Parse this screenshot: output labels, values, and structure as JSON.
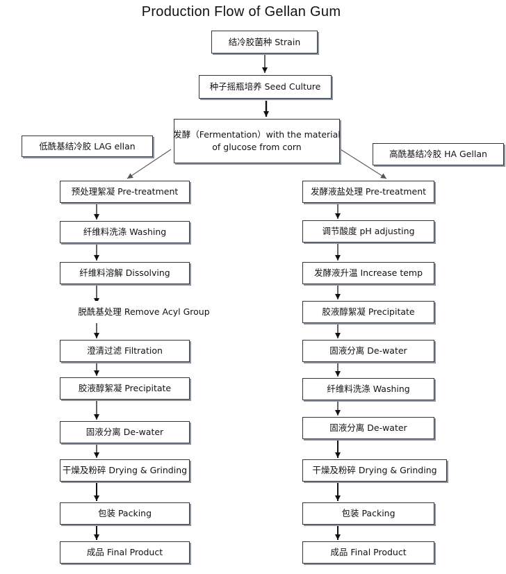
{
  "title": "Production Flow of Gellan Gum",
  "top_flow": {
    "strain": "结冷胶菌种  Strain",
    "seed_culture": "种子摇瓶培养  Seed Culture",
    "fermentation": {
      "line1": "发酵（Fermentation）with the material",
      "line2": "of glucose from corn"
    }
  },
  "branches": {
    "low_acyl_label": "低酰基结冷胶  LAG ellan",
    "high_acyl_label": "高酰基结冷胶  HA Gellan"
  },
  "left_steps": [
    "预处理絮凝  Pre-treatment",
    "纤维料洗涤  Washing",
    "纤维料溶解  Dissolving",
    "脱酰基处理  Remove Acyl Group",
    "澄清过滤  Filtration",
    "胶液醇絮凝  Precipitate",
    "固液分离  De-water",
    "干燥及粉碎  Drying & Grinding",
    "包装  Packing",
    "成品  Final Product"
  ],
  "right_steps": [
    "发酵液盐处理  Pre-treatment",
    "调节酸度  pH adjusting",
    "发酵液升温  Increase temp",
    "胶液醇絮凝  Precipitate",
    "固液分离  De-water",
    "纤维料洗涤  Washing",
    "固液分离  De-water",
    "干燥及粉碎  Drying & Grinding",
    "包装  Packing",
    "成品  Final Product"
  ]
}
